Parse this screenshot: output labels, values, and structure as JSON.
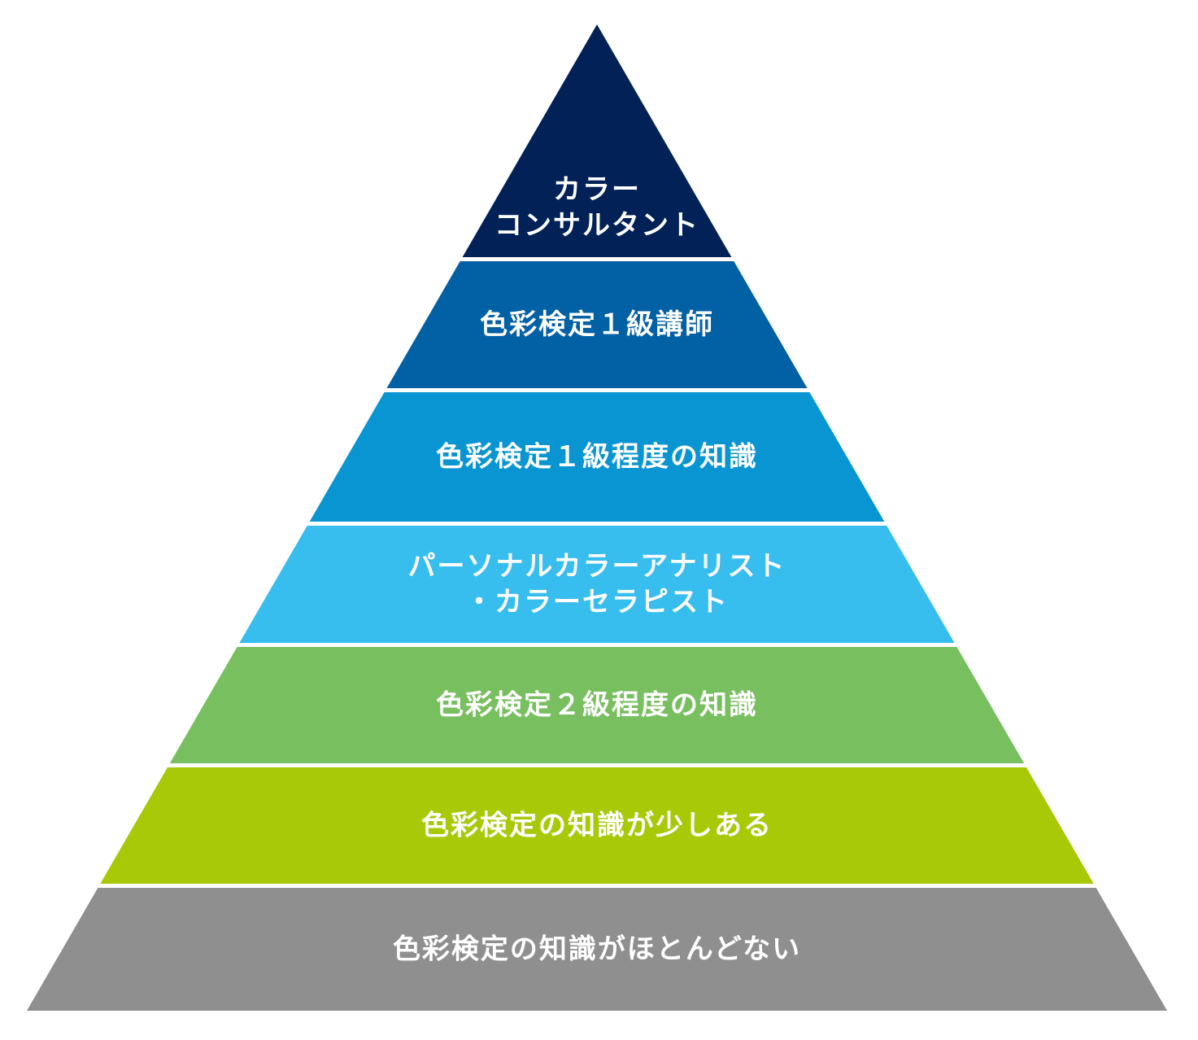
{
  "pyramid": {
    "tiers": [
      {
        "lines": [
          "カラー",
          "コンサルタント"
        ],
        "color": "#012157"
      },
      {
        "lines": [
          "色彩検定１級講師"
        ],
        "color": "#0260a4"
      },
      {
        "lines": [
          "色彩検定１級程度の知識"
        ],
        "color": "#0895d2"
      },
      {
        "lines": [
          "パーソナルカラーアナリスト",
          "・カラーセラピスト"
        ],
        "color": "#37bdee"
      },
      {
        "lines": [
          "色彩検定２級程度の知識"
        ],
        "color": "#78bf5f"
      },
      {
        "lines": [
          "色彩検定の知識が少しある"
        ],
        "color": "#a8c908"
      },
      {
        "lines": [
          "色彩検定の知識がほとんどない"
        ],
        "color": "#8f8f8f"
      }
    ]
  }
}
